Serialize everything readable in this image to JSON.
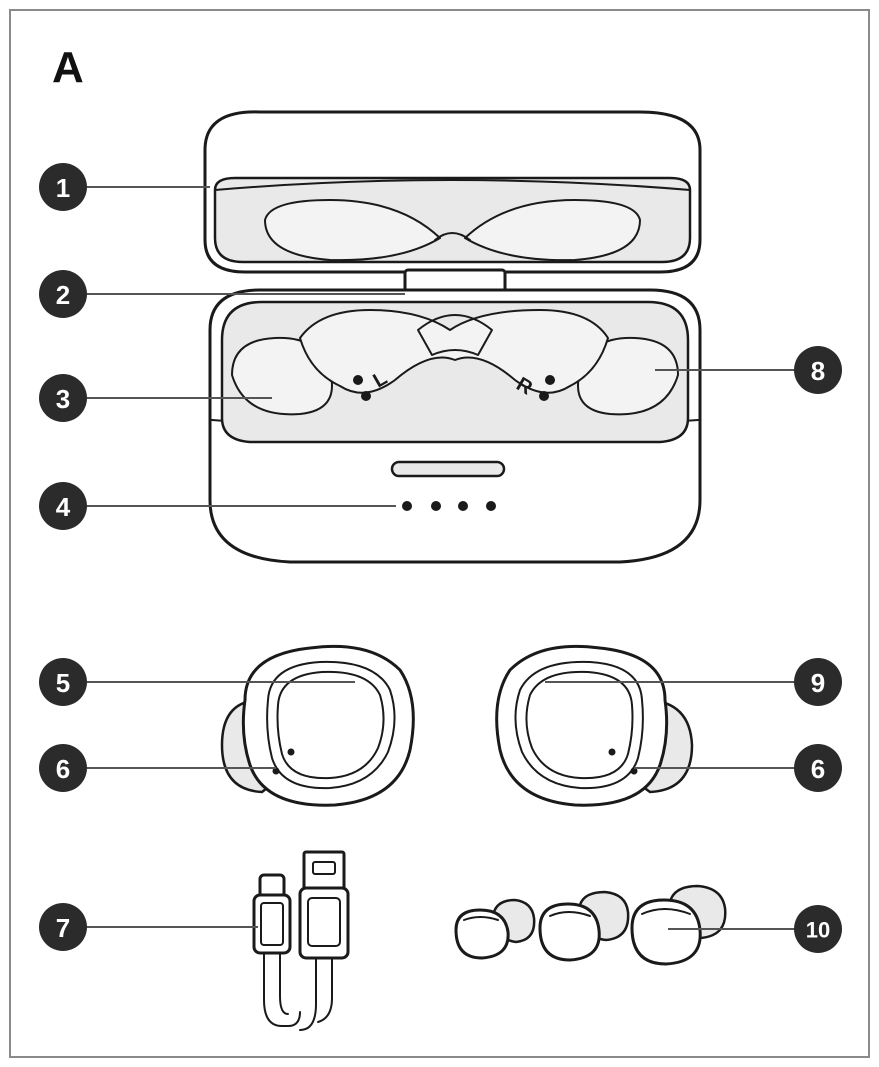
{
  "figure_label": "A",
  "callouts": {
    "c1": "1",
    "c2": "2",
    "c3": "3",
    "c4": "4",
    "c5": "5",
    "c6_left": "6",
    "c6_right": "6",
    "c7": "7",
    "c8": "8",
    "c9": "9",
    "c10": "10"
  },
  "case_markings": {
    "left": "L",
    "right": "R"
  }
}
